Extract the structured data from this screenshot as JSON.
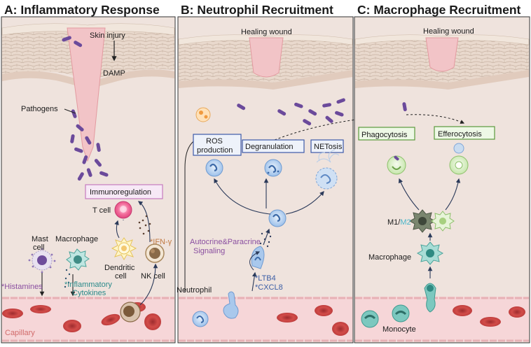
{
  "panels": {
    "a": {
      "title": "A: Inflammatory Response",
      "skin_injury": "Skin injury",
      "damp": "DAMP",
      "pathogens": "Pathogens",
      "immunoregulation": "Immunoregulation",
      "t_cell": "T cell",
      "ifn": "*IFN-γ",
      "mast_cell_1": "Mast",
      "mast_cell_2": "cell",
      "macrophage": "Macrophage",
      "dendritic_1": "Dendritic",
      "dendritic_2": "cell",
      "nk_cell": "NK cell",
      "histamines": "*Histamines",
      "inflammatory_1": "*Inflammatory",
      "inflammatory_2": "Cytokines",
      "capillary": "Capillary"
    },
    "b": {
      "title": "B: Neutrophil Recruitment",
      "healing_wound": "Healing wound",
      "ros_1": "ROS",
      "ros_2": "production",
      "degranulation": "Degranulation",
      "netosis": "NETosis",
      "autocrine_1": "Autocrine&Paracrine",
      "autocrine_2": "Signaling",
      "ltb4": "*LTB4",
      "cxcl8": "*CXCL8",
      "neutrophil": "Neutrophil"
    },
    "c": {
      "title": "C: Macrophage Recruitment",
      "healing_wound": "Healing wound",
      "phagocytosis": "Phagocytosis",
      "efferocytosis": "Efferocytosis",
      "m1": "M1/",
      "m2": "M2",
      "macrophage": "Macrophage",
      "monocyte": "Monocyte"
    }
  },
  "colors": {
    "tissue": "#efe3dd",
    "skin_layer": "#e7d5c9",
    "capillary": "#f6d6d8",
    "rbc": "#c9403f",
    "bacteria": "#6b4a9b",
    "wound": "#f2c4c7",
    "immuno_box": "#f7e9f6",
    "immuno_border": "#c57bbf",
    "blue_box": "#eef2fa",
    "blue_border": "#3c5aa8",
    "green_box": "#eef8e6",
    "green_border": "#5a9a3c",
    "neutrophil": "#a9c8ec",
    "macrophage_teal": "#62b8b0",
    "m1_dark": "#5f6b57",
    "m2_light": "#cfe8b8",
    "purple_text": "#8a4fa0",
    "blue_text": "#3d5fa6",
    "teal_text": "#2a8a8a",
    "capillary_text": "#d16b6b",
    "ifn_text": "#c07a43"
  },
  "icons": [
    "bacteria-icon",
    "red-blood-cell-icon",
    "t-cell-icon",
    "mast-cell-icon",
    "macrophage-icon",
    "dendritic-cell-icon",
    "nk-cell-icon",
    "neutrophil-icon",
    "monocyte-icon",
    "m1-macrophage-icon",
    "m2-macrophage-icon",
    "apoptotic-cell-icon",
    "net-icon"
  ]
}
